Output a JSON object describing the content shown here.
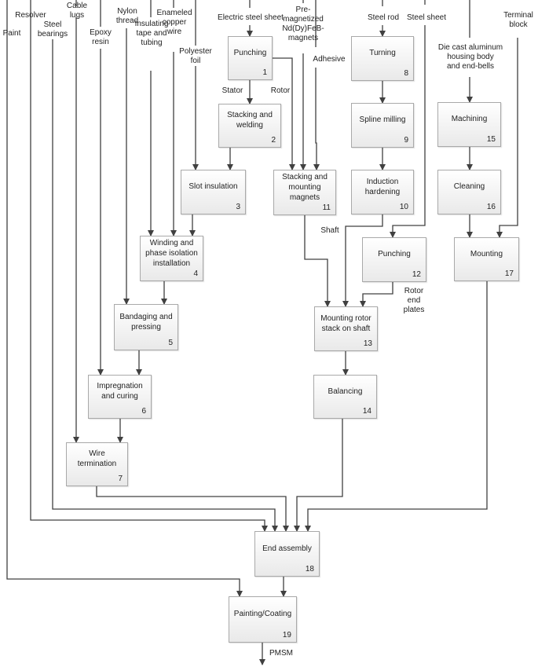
{
  "inputs": {
    "paint": "Paint",
    "resolver": "Resolver",
    "steel_bearings": "Steel\nbearings",
    "cable_lugs": "Cable\nlugs",
    "epoxy_resin": "Epoxy\nresin",
    "nylon_thread": "Nylon\nthread",
    "insulating_tape": "Insulating\ntape and\ntubing",
    "enameled_wire": "Enameled\ncopper\nwire",
    "polyester_foil": "Polyester\nfoil",
    "electric_steel_sheet": "Electric steel sheet",
    "premagnetized_magnets": "Pre-\nmagnetized\nNd(Dy)FeB-\nmagnets",
    "adhesive": "Adhesive",
    "steel_rod": "Steel rod",
    "steel_sheet": "Steel sheet",
    "die_cast_housing": "Die cast aluminum\nhousing body\nand end-bells",
    "terminal_block": "Terminal\nblock"
  },
  "edge_labels": {
    "stator": "Stator",
    "rotor": "Rotor",
    "shaft": "Shaft",
    "rotor_end_plates": "Rotor\nend\nplates",
    "output": "PMSM"
  },
  "steps": [
    {
      "id": "punching",
      "title": "Punching",
      "num": "1"
    },
    {
      "id": "stacking-welding",
      "title": "Stacking and\nwelding",
      "num": "2"
    },
    {
      "id": "slot-insulation",
      "title": "Slot insulation",
      "num": "3"
    },
    {
      "id": "winding",
      "title": "Winding and\nphase isolation\ninstallation",
      "num": "4"
    },
    {
      "id": "bandaging",
      "title": "Bandaging and\npressing",
      "num": "5"
    },
    {
      "id": "impregnation",
      "title": "Impregnation\nand curing",
      "num": "6"
    },
    {
      "id": "wire-termination",
      "title": "Wire\ntermination",
      "num": "7"
    },
    {
      "id": "turning",
      "title": "Turning",
      "num": "8"
    },
    {
      "id": "spline-milling",
      "title": "Spline milling",
      "num": "9"
    },
    {
      "id": "induction-hardening",
      "title": "Induction\nhardening",
      "num": "10"
    },
    {
      "id": "stacking-magnets",
      "title": "Stacking and\nmounting\nmagnets",
      "num": "11"
    },
    {
      "id": "punching-end-plates",
      "title": "Punching",
      "num": "12"
    },
    {
      "id": "mounting-rotor-stack",
      "title": "Mounting rotor\nstack on shaft",
      "num": "13"
    },
    {
      "id": "balancing",
      "title": "Balancing",
      "num": "14"
    },
    {
      "id": "machining",
      "title": "Machining",
      "num": "15"
    },
    {
      "id": "cleaning",
      "title": "Cleaning",
      "num": "16"
    },
    {
      "id": "mounting-housing",
      "title": "Mounting",
      "num": "17"
    },
    {
      "id": "end-assembly",
      "title": "End assembly",
      "num": "18"
    },
    {
      "id": "painting",
      "title": "Painting/Coating",
      "num": "19"
    }
  ]
}
